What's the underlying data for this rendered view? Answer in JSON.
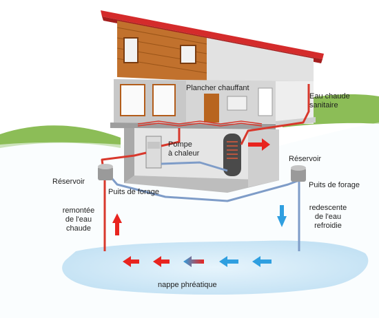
{
  "labels": {
    "floor_heating": "Plancher chauffant",
    "hot_water": "Eau chaude\nsanitaire",
    "heat_pump": "Pompe\nà chaleur",
    "tank_left": "Réservoir",
    "tank_right": "Réservoir",
    "well_left": "Puits de forage",
    "well_right": "Puits de forage",
    "rising_hot_water": "remontée\nde l'eau\nchaude",
    "descending_cooled_water": "redescente\nde l'eau\nrefroidie",
    "water_table": "nappe phréatique"
  },
  "colors": {
    "hot": "#e8241f",
    "cold": "#2f9fe0",
    "mixed": "#8a4a9a",
    "hot_pipe": "#d8382c",
    "cold_pipe": "#7e9cc8",
    "roof": "#d42b2b",
    "wood": "#b8651f",
    "ground_water": "#cfe8f6",
    "grass": "#7fb04d"
  }
}
